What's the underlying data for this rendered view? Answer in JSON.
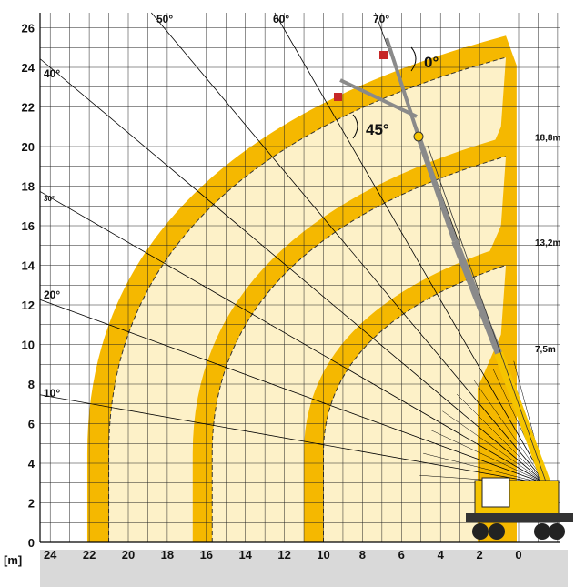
{
  "chart_data": {
    "type": "crane-working-range",
    "x_unit": "[m]",
    "x_ticks": [
      "24",
      "22",
      "20",
      "18",
      "16",
      "14",
      "12",
      "10",
      "8",
      "6",
      "4",
      "2",
      "0"
    ],
    "y_ticks": [
      "0",
      "2",
      "4",
      "6",
      "8",
      "10",
      "12",
      "14",
      "16",
      "18",
      "20",
      "22",
      "24",
      "26"
    ],
    "xlim": [
      24,
      -2
    ],
    "ylim": [
      0,
      26
    ],
    "grid": true,
    "boom_angles": [
      {
        "label": "10°",
        "deg": 10
      },
      {
        "label": "20°",
        "deg": 20
      },
      {
        "label": "30°",
        "deg": 30
      },
      {
        "label": "40°",
        "deg": 40
      },
      {
        "label": "50°",
        "deg": 50
      },
      {
        "label": "60°",
        "deg": 60
      },
      {
        "label": "70°",
        "deg": 70
      }
    ],
    "boom_lengths": [
      {
        "label": "18,8m",
        "y": 20.3
      },
      {
        "label": "13,2m",
        "y": 15.0
      },
      {
        "label": "7,5m",
        "y": 9.6
      }
    ],
    "jib_angles": [
      {
        "label": "0°"
      },
      {
        "label": "45°"
      }
    ],
    "ranges": [
      {
        "outer_reach": 22.0,
        "inner_reach": 20.9,
        "max_height": 25.6
      },
      {
        "outer_reach": 16.6,
        "inner_reach": 15.6,
        "max_height": 20.5
      },
      {
        "outer_reach": 10.9,
        "inner_reach": 9.9,
        "max_height": 15.0
      }
    ],
    "colors": {
      "band": "#f5b800",
      "fill": "#fdf1c8",
      "grid": "#222222",
      "ground": "#d9d9d9",
      "boom_yellow": "#f5c400",
      "boom_grey": "#8a8a8a"
    }
  }
}
